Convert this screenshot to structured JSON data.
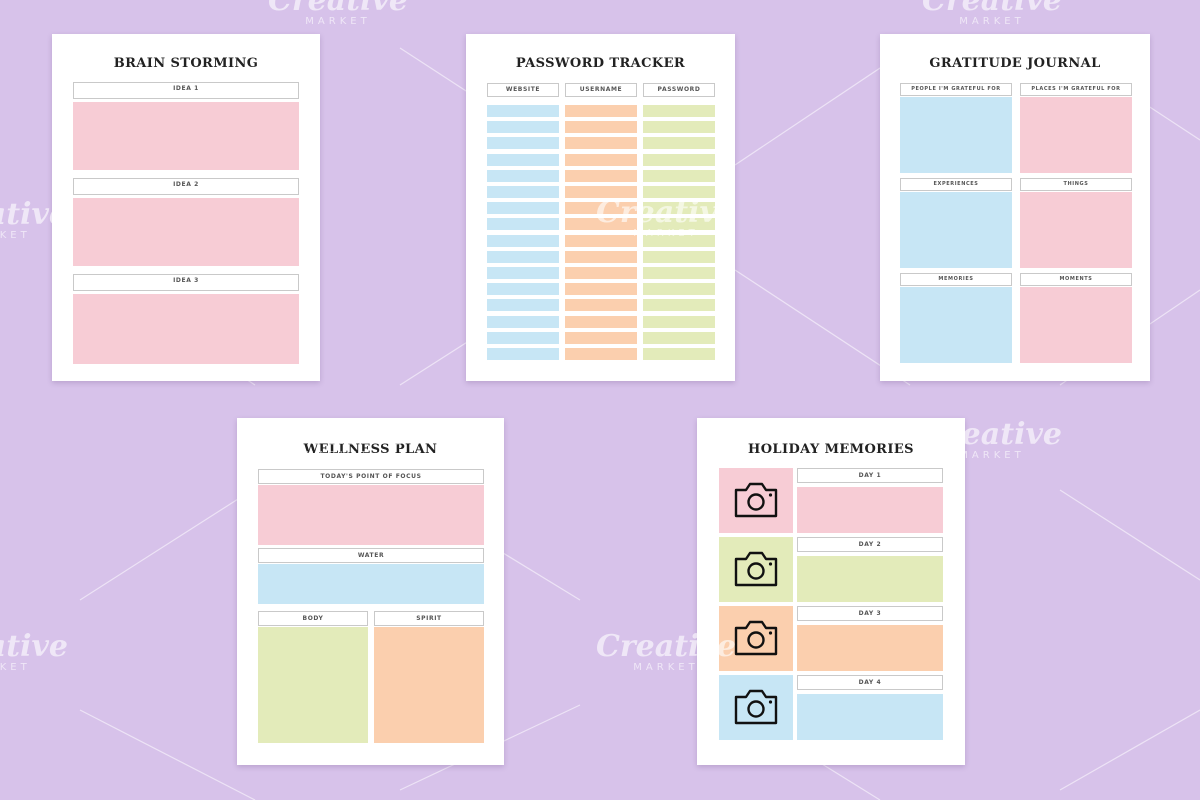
{
  "colors": {
    "background": "#d7c2ea",
    "pink": "#f7ccd5",
    "blue": "#c7e6f5",
    "orange": "#fbcfae",
    "green": "#e3ebba"
  },
  "watermark": {
    "brand": "Creative",
    "sub": "MARKET"
  },
  "brainstorming": {
    "title": "BRAIN STORMING",
    "sections": [
      "IDEA 1",
      "IDEA 2",
      "IDEA 3"
    ]
  },
  "password_tracker": {
    "title": "PASSWORD TRACKER",
    "columns": [
      "WEBSITE",
      "USERNAME",
      "PASSWORD"
    ]
  },
  "gratitude": {
    "title": "GRATITUDE JOURNAL",
    "labels": [
      "PEOPLE I'M GRATEFUL FOR",
      "PLACES I'M GRATEFUL FOR",
      "EXPERIENCES",
      "THINGS",
      "MEMORIES",
      "MOMENTS"
    ]
  },
  "wellness": {
    "title": "WELLNESS PLAN",
    "focus_label": "TODAY'S POINT OF FOCUS",
    "water_label": "WATER",
    "col_labels": [
      "BODY",
      "SPIRIT"
    ]
  },
  "holiday": {
    "title": "HOLIDAY MEMORIES",
    "days": [
      "DAY 1",
      "DAY 2",
      "DAY 3",
      "DAY 4"
    ],
    "icon": "camera-icon"
  }
}
